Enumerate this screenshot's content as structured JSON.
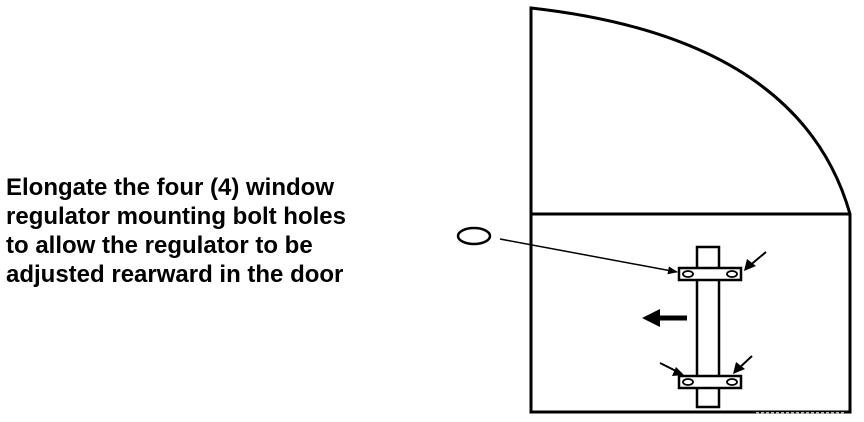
{
  "instruction": {
    "lines": [
      "Elongate the four (4) window",
      "regulator mounting bolt holes",
      "to allow the regulator to be",
      "adjusted rearward in the door"
    ]
  }
}
